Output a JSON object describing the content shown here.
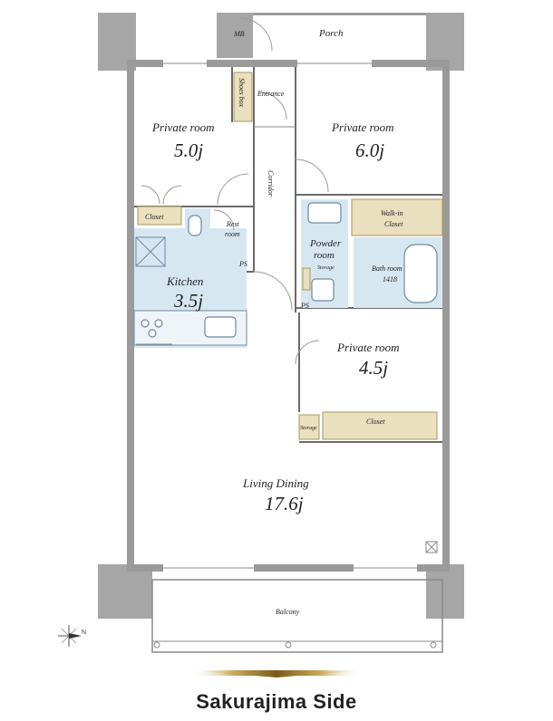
{
  "rooms": {
    "porch": "Porch",
    "mb": "MB",
    "entrance": "Entrance",
    "shoes_box": "Shoes box",
    "private_room_1": {
      "name": "Private room",
      "size": "5.0j"
    },
    "private_room_2": {
      "name": "Private room",
      "size": "6.0j"
    },
    "private_room_3": {
      "name": "Private room",
      "size": "4.5j"
    },
    "corridor": "Corridor",
    "closet_1": "Closet",
    "closet_2": "Closet",
    "walk_in_closet": "Walk-in\nCloset",
    "rest_room": "Rest\nroom",
    "powder_room": "Powder\nroom",
    "storage_1": "Storage",
    "storage_2": "Storage",
    "bath_room": "Bath room\n1418",
    "ps_1": "PS",
    "ps_2": "PS",
    "kitchen": {
      "name": "Kitchen",
      "size": "3.5j"
    },
    "living_dining": {
      "name": "Living Dining",
      "size": "17.6j"
    },
    "balcony": "Balcony"
  },
  "compass": "N",
  "banner": "Sakurajima Side",
  "colors": {
    "wall": "#9a9a9a",
    "wet_area": "#d6e7f1",
    "storage": "#eadfbe",
    "banner_gold": "#a88a3a"
  }
}
